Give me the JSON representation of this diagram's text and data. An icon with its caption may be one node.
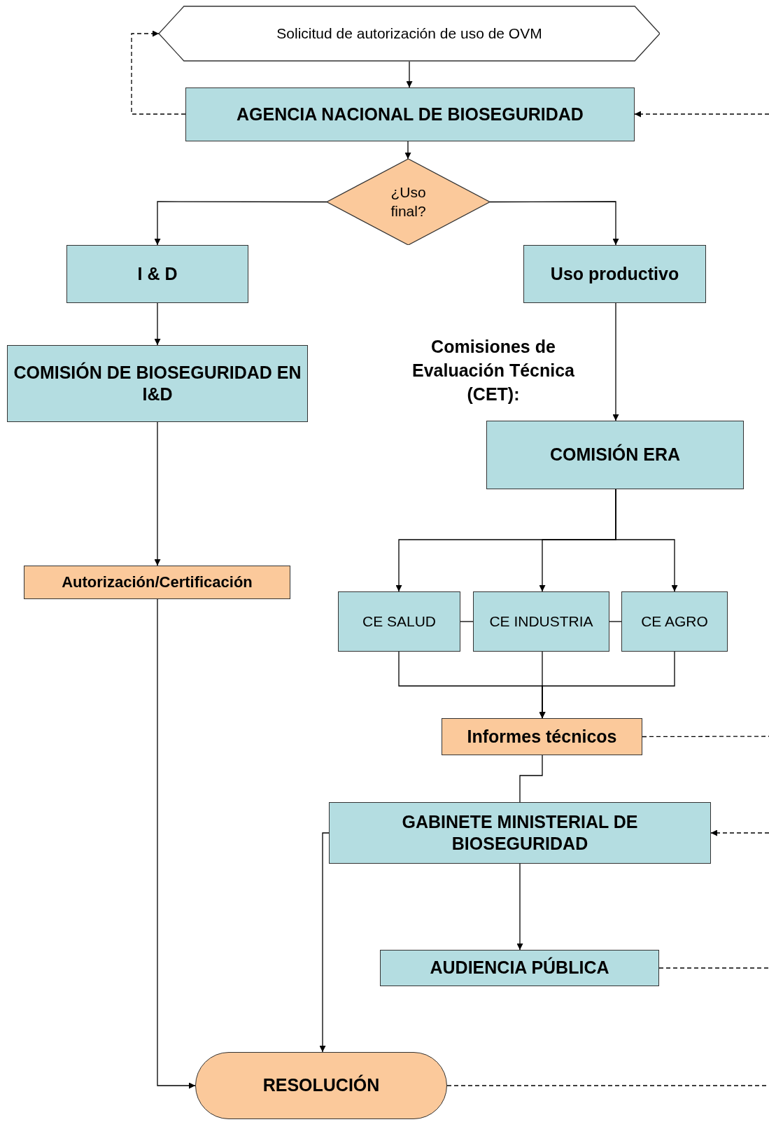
{
  "diagram": {
    "nodes": [
      {
        "text": [
          "Solicitud de autorización de uso de OVM"
        ]
      },
      {
        "text": [
          "AGENCIA NACIONAL DE BIOSEGURIDAD"
        ]
      },
      {
        "text": [
          "¿Uso final?"
        ]
      },
      {
        "text": [
          "I & D"
        ]
      },
      {
        "text": [
          "Uso productivo"
        ]
      },
      {
        "text": [
          "COMISIÓN DE BIOSEGURIDAD EN I&D"
        ]
      },
      {
        "text": [
          "COMISIÓN ERA"
        ]
      },
      {
        "text": [
          "Autorización/Certificación"
        ]
      },
      {
        "text": [
          "CE SALUD"
        ]
      },
      {
        "text": [
          "CE INDUSTRIA"
        ]
      },
      {
        "text": [
          "CE AGRO"
        ]
      },
      {
        "text": [
          "Informes técnicos"
        ]
      },
      {
        "text": [
          "GABINETE MINISTERIAL DE BIOSEGURIDAD"
        ]
      },
      {
        "text": [
          "AUDIENCIA PÚBLICA"
        ]
      },
      {
        "text": [
          "RESOLUCIÓN"
        ]
      }
    ],
    "edges": [
      {
        "from": 1,
        "to": 0,
        "arrow": "to",
        "style": "dashed"
      },
      {
        "from": 0,
        "to": 1,
        "arrow": "to"
      },
      {
        "from": 1,
        "to": 2,
        "arrow": "to"
      },
      {
        "from": 2,
        "to": 3,
        "arrow": "to"
      },
      {
        "from": 2,
        "to": 4,
        "arrow": "to"
      },
      {
        "from": 3,
        "to": 5,
        "arrow": "to"
      },
      {
        "from": 4,
        "to": 6,
        "arrow": "to"
      },
      {
        "from": 5,
        "to": 7,
        "arrow": "to"
      },
      {
        "from": 6,
        "to": 8,
        "arrow": "to"
      },
      {
        "from": 6,
        "to": 9,
        "arrow": "to"
      },
      {
        "from": 6,
        "to": 10,
        "arrow": "to"
      },
      {
        "from": 8,
        "to": 9,
        "arrow": "none"
      },
      {
        "from": 9,
        "to": 10,
        "arrow": "none"
      },
      {
        "from": 8,
        "to": 11,
        "arrow": "to"
      },
      {
        "from": 9,
        "to": 11,
        "arrow": "to"
      },
      {
        "from": 10,
        "to": 11,
        "arrow": "to"
      },
      {
        "from": 11,
        "to": 12,
        "arrow": "none"
      },
      {
        "from": 7,
        "to": 14,
        "arrow": "to"
      },
      {
        "from": 12,
        "to": 14,
        "arrow": "to"
      },
      {
        "from": 12,
        "to": 13,
        "arrow": "to"
      },
      {
        "from": 11,
        "to": null,
        "arrow": "none",
        "style": "dashed"
      },
      {
        "from": null,
        "to": 12,
        "arrow": "to",
        "style": "dashed"
      },
      {
        "from": 13,
        "to": null,
        "arrow": "none",
        "style": "dashed"
      },
      {
        "from": 14,
        "to": null,
        "arrow": "none",
        "style": "dashed"
      },
      {
        "from": null,
        "to": 1,
        "arrow": "to",
        "style": "dashed"
      }
    ],
    "labels": [
      "Comisiones de Evaluación Técnica (CET):"
    ]
  }
}
